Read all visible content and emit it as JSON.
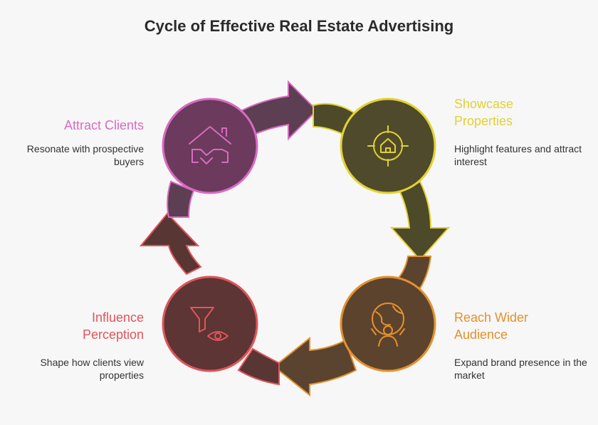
{
  "title": "Cycle of Effective Real Estate Advertising",
  "steps": [
    {
      "title_line1": "Attract Clients",
      "title_line2": "",
      "description": "Resonate with prospective buyers",
      "icon": "house-handshake-icon",
      "color": "#d86bc2"
    },
    {
      "title_line1": "Showcase",
      "title_line2": "Properties",
      "description": "Highlight features and attract interest",
      "icon": "house-target-icon",
      "color": "#e2d230"
    },
    {
      "title_line1": "Reach Wider",
      "title_line2": "Audience",
      "description": "Expand brand presence in the market",
      "icon": "globe-person-icon",
      "color": "#e4912d"
    },
    {
      "title_line1": "Influence",
      "title_line2": "Perception",
      "description": "Shape how clients view properties",
      "icon": "funnel-eye-icon",
      "color": "#e0555a"
    }
  ],
  "colors": {
    "background": "#f7f7f7",
    "attract": "#d86bc2",
    "showcase": "#e2d230",
    "reach": "#e4912d",
    "influence": "#e0555a",
    "node_attract_fill": "#6b3a5c",
    "node_showcase_fill": "#4f4a2c",
    "node_reach_fill": "#5c432e",
    "node_influence_fill": "#5c3534"
  }
}
